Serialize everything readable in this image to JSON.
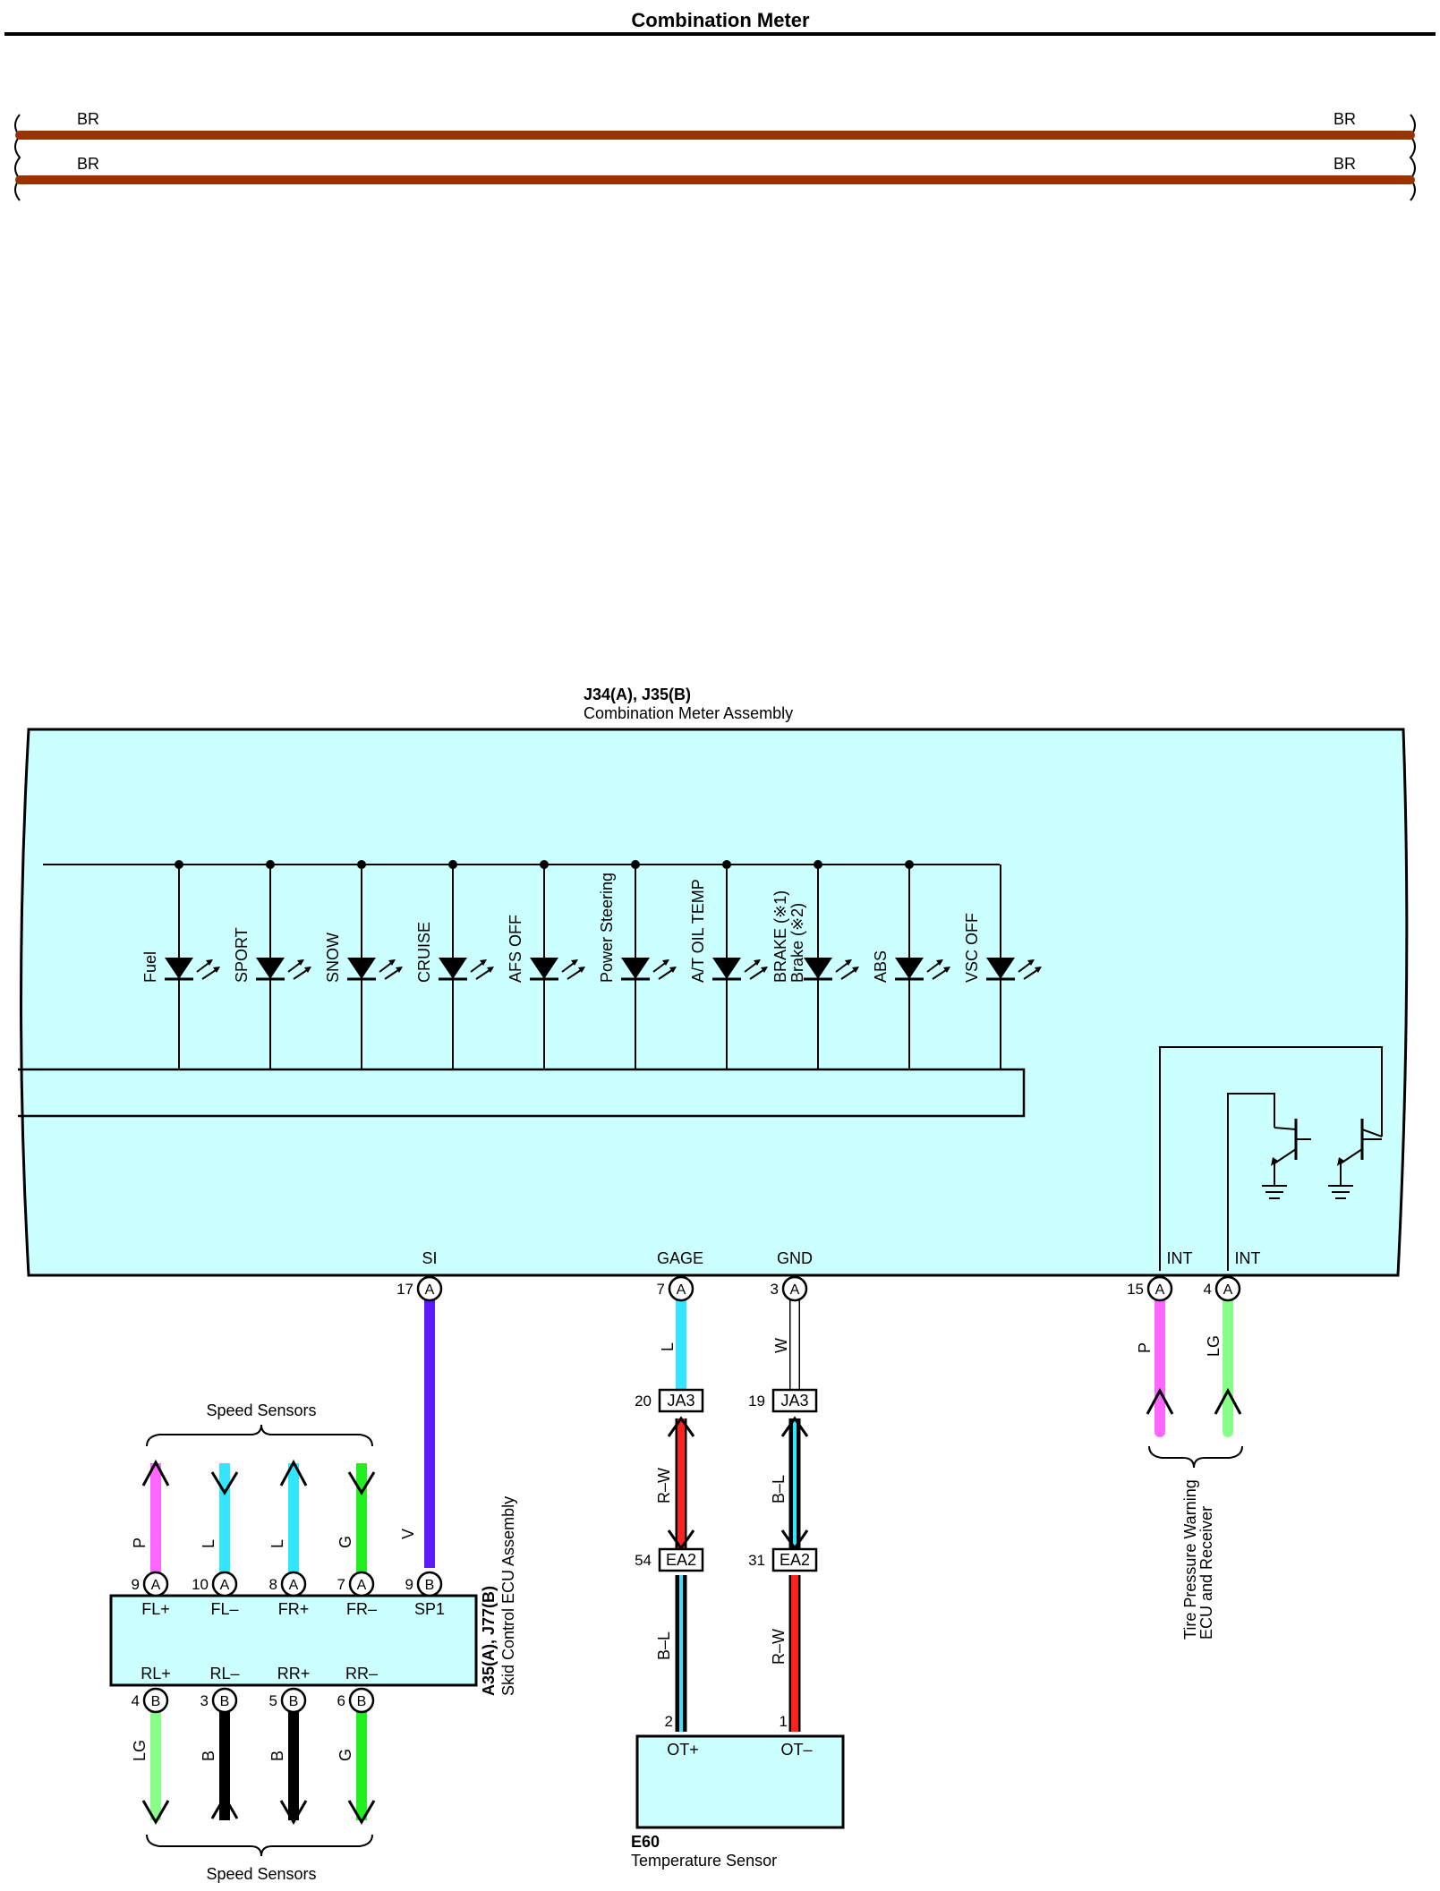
{
  "page_title": "Combination Meter",
  "continuation_wires": [
    {
      "left": "BR",
      "right": "BR"
    },
    {
      "left": "BR",
      "right": "BR"
    }
  ],
  "meter": {
    "connector": "J34(A), J35(B)",
    "name": "Combination Meter Assembly",
    "indicators": [
      "Fuel",
      "SPORT",
      "SNOW",
      "CRUISE",
      "AFS OFF",
      "Power Steering",
      "A/T OIL TEMP",
      "BRAKE (※1)",
      "Brake (※2)",
      "ABS",
      "VSC OFF"
    ],
    "terminals": [
      {
        "name": "SI",
        "pin": "17",
        "conn": "A",
        "wire": "V"
      },
      {
        "name": "GAGE",
        "pin": "7",
        "conn": "A",
        "wire": "L"
      },
      {
        "name": "GND",
        "pin": "3",
        "conn": "A",
        "wire": "W"
      },
      {
        "name": "INT",
        "pin": "15",
        "conn": "A",
        "wire": "P"
      },
      {
        "name": "INT",
        "pin": "4",
        "conn": "A",
        "wire": "LG"
      }
    ]
  },
  "junctions": [
    {
      "name": "JA3",
      "pin": "20"
    },
    {
      "name": "JA3",
      "pin": "19"
    },
    {
      "name": "EA2",
      "pin": "54"
    },
    {
      "name": "EA2",
      "pin": "31"
    }
  ],
  "junction_wires": [
    "R–W",
    "B–L",
    "B–L",
    "R–W"
  ],
  "skid_ecu": {
    "connector": "A35(A), J77(B)",
    "name": "Skid Control ECU Assembly",
    "top_terminals": [
      {
        "name": "FL+",
        "pin": "9",
        "conn": "A",
        "wire": "P"
      },
      {
        "name": "FL–",
        "pin": "10",
        "conn": "A",
        "wire": "L"
      },
      {
        "name": "FR+",
        "pin": "8",
        "conn": "A",
        "wire": "L"
      },
      {
        "name": "FR–",
        "pin": "7",
        "conn": "A",
        "wire": "G"
      },
      {
        "name": "SP1",
        "pin": "9",
        "conn": "B",
        "wire": "V"
      }
    ],
    "bottom_terminals": [
      {
        "name": "RL+",
        "pin": "4",
        "conn": "B",
        "wire": "LG"
      },
      {
        "name": "RL–",
        "pin": "3",
        "conn": "B",
        "wire": "B"
      },
      {
        "name": "RR+",
        "pin": "5",
        "conn": "B",
        "wire": "B"
      },
      {
        "name": "RR–",
        "pin": "6",
        "conn": "B",
        "wire": "G"
      }
    ]
  },
  "speed_sensors_label_top": "Speed Sensors",
  "speed_sensors_label_bottom": "Speed Sensors",
  "temp_sensor": {
    "connector": "E60",
    "name": "Temperature Sensor",
    "terminals": [
      {
        "name": "OT+",
        "pin": "2"
      },
      {
        "name": "OT–",
        "pin": "1"
      }
    ]
  },
  "tpms": {
    "line1": "Tire Pressure Warning",
    "line2": "ECU and Receiver"
  },
  "colors": {
    "BR": "#993300",
    "V": "#5a1bff",
    "L": "#33e5ff",
    "W": "#ffffff",
    "P": "#ff66ff",
    "LG": "#88ff88",
    "G": "#22ee22",
    "B": "#000000",
    "R": "#ff2020",
    "box_fill": "#ccffff"
  }
}
